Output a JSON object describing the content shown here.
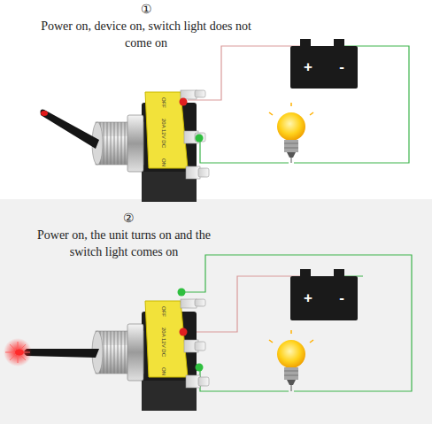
{
  "diagram": {
    "nodes": [
      {
        "text": [
          "+",
          "-"
        ]
      },
      {
        "text": [
          "+",
          "-"
        ]
      }
    ],
    "labels": [
      "①",
      "Power on, device on, switch light does not come on",
      "OFF",
      "20A 12V DC",
      "ON",
      "②",
      "Power on, the unit turns on and the switch light comes on",
      "OFF",
      "20A 12V DC",
      "ON"
    ]
  }
}
